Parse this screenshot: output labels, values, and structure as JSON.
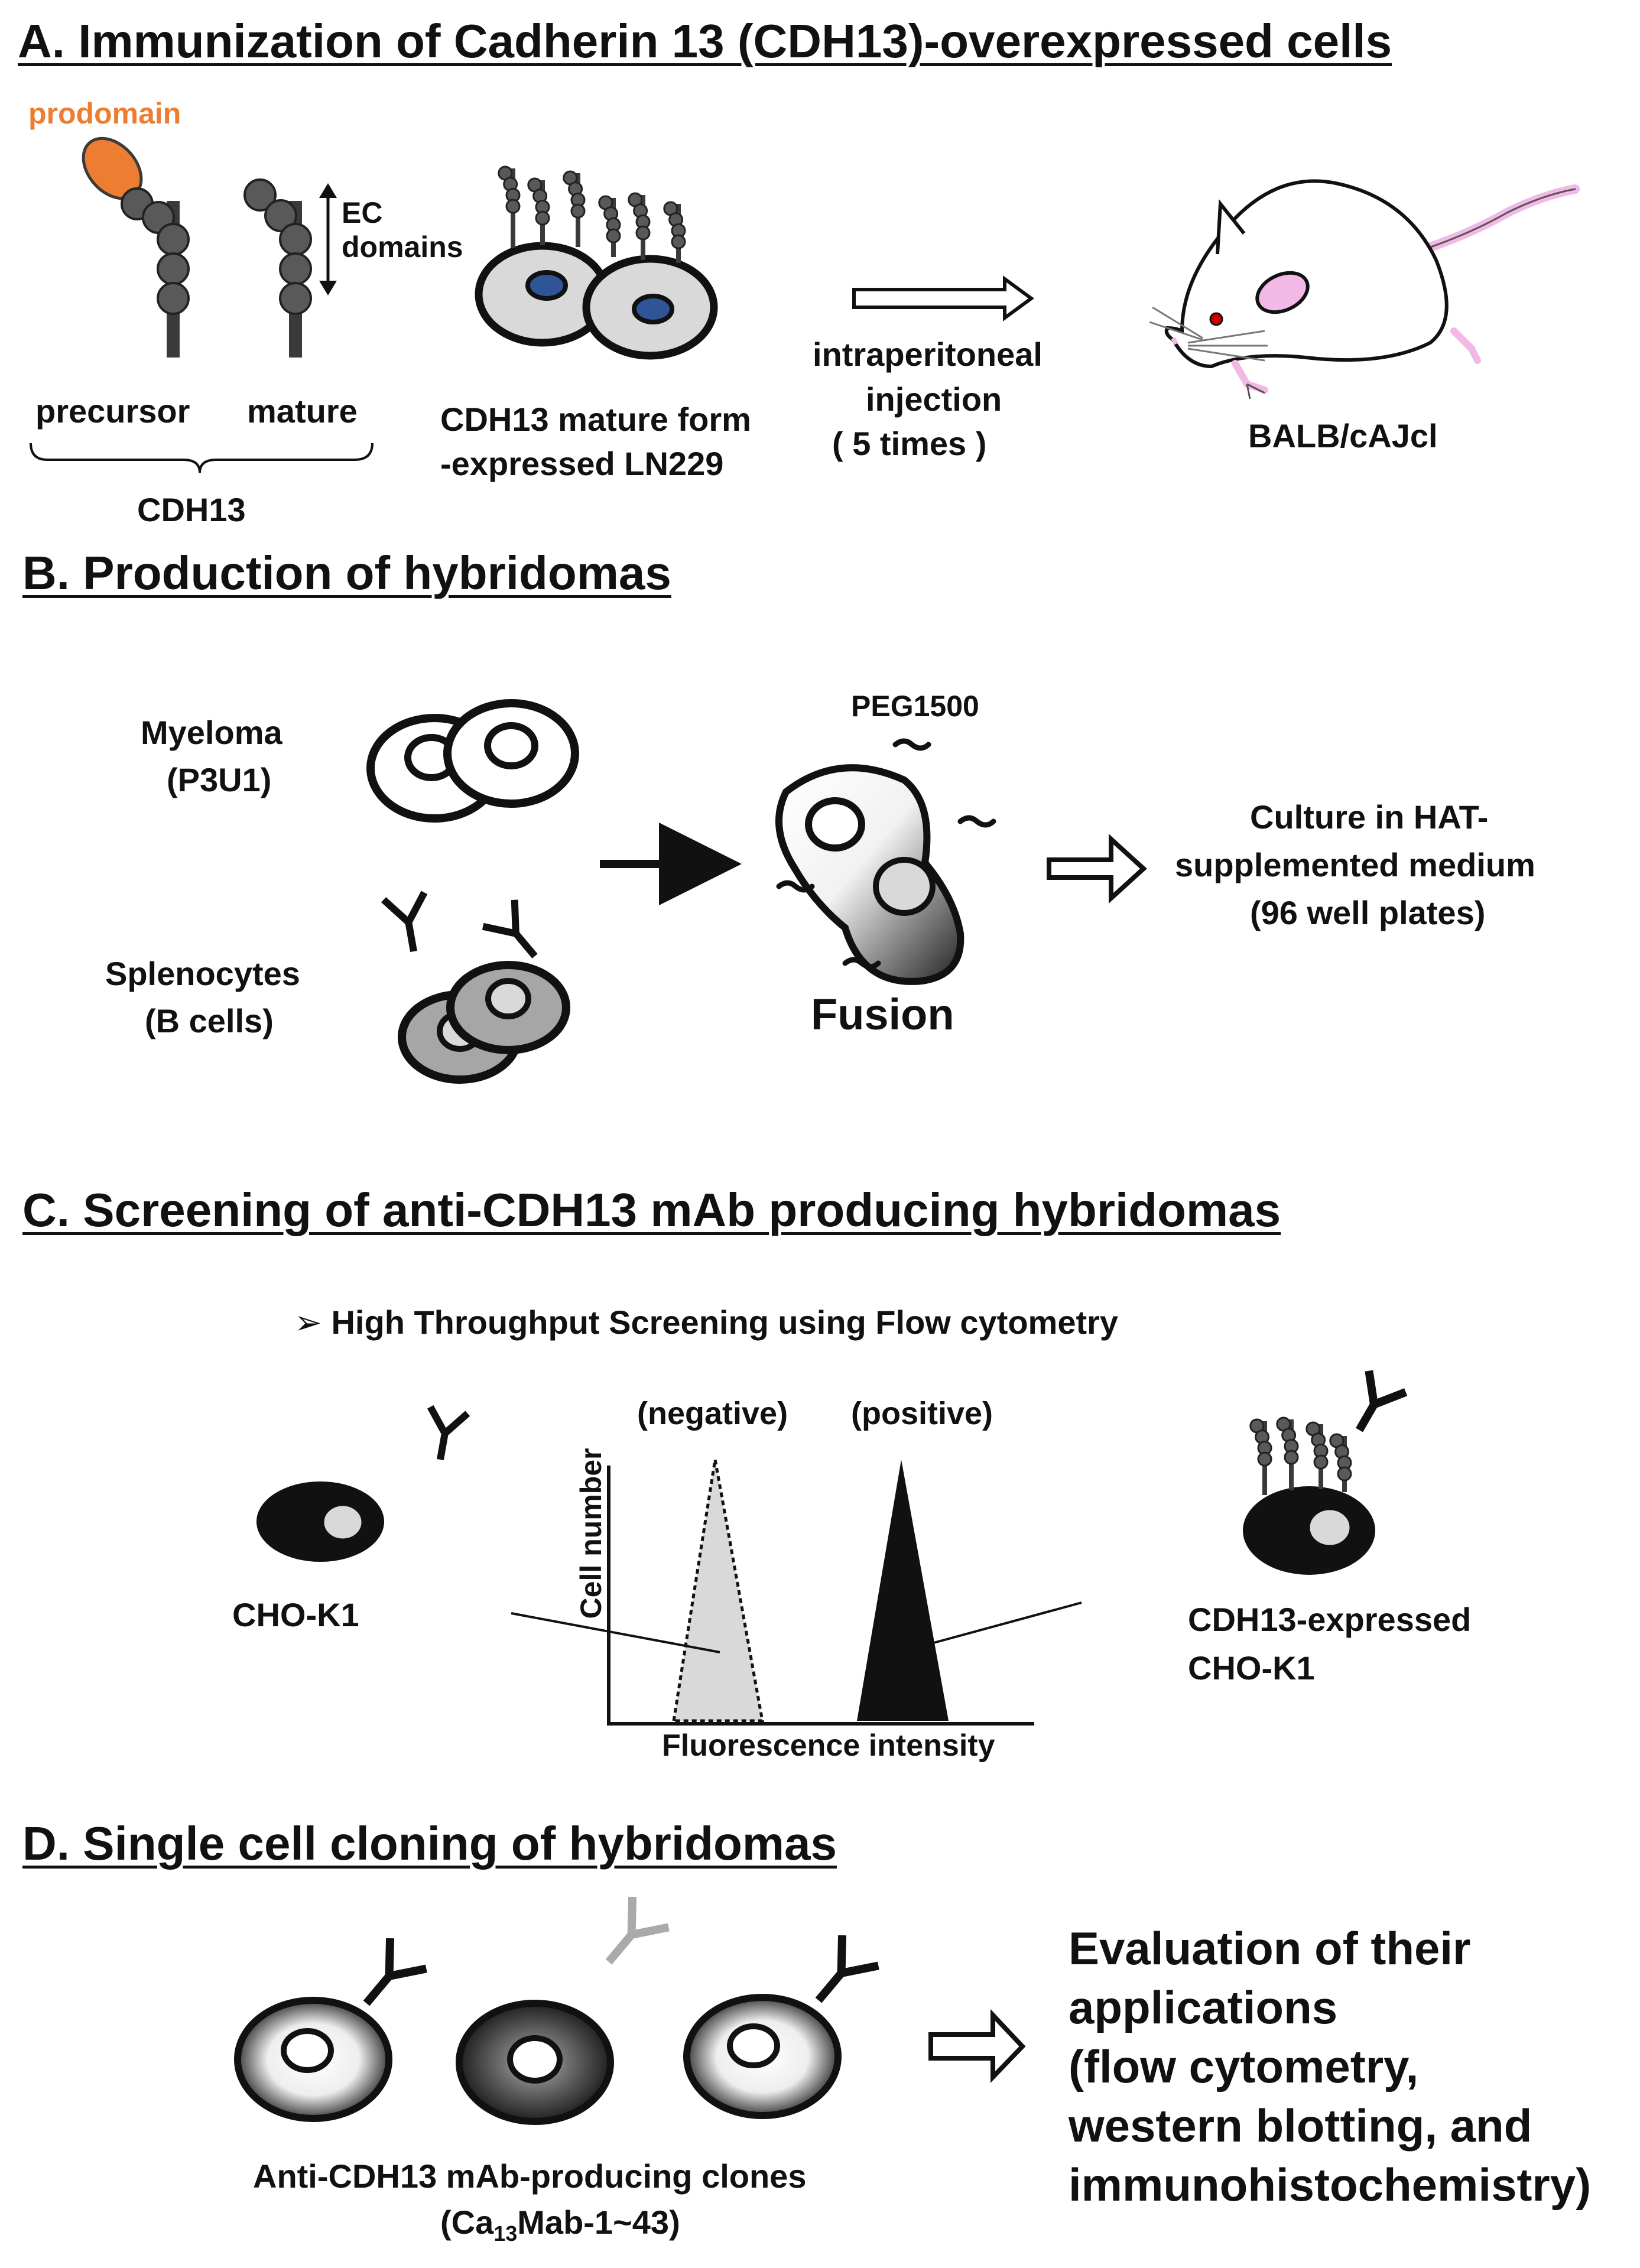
{
  "colors": {
    "prodomain": "#ED7D31",
    "domain_gray": "#595959",
    "stalk": "#3A3A3A",
    "nucleus_blue": "#2F5597",
    "cell_light": "#D9D9D9",
    "cell_gray": "#A6A6A6",
    "mouse_pink": "#F2B8E6"
  },
  "icons": [
    "cadherin-precursor-icon",
    "cadherin-mature-icon",
    "cell-icon",
    "mouse-icon",
    "antibody-icon",
    "arrow-icon",
    "fusion-cell-icon"
  ],
  "sectionA": {
    "title": "A. Immunization of Cadherin 13 (CDH13)-overexpressed cells",
    "prodomain": "prodomain",
    "ec_domains_1": "EC",
    "ec_domains_2": "domains",
    "precursor": "precursor",
    "mature": "mature",
    "cdh13": "CDH13",
    "ln229_1": "CDH13 mature form",
    "ln229_2": "-expressed LN229",
    "injection_1": "intraperitoneal",
    "injection_2": "injection",
    "injection_3": "( 5 times )",
    "mouse": "BALB/cAJcl"
  },
  "sectionB": {
    "title": "B. Production of hybridomas",
    "myeloma_1": "Myeloma",
    "myeloma_2": "(P3U1)",
    "spleno_1": "Splenocytes",
    "spleno_2": "(B cells)",
    "peg": "PEG1500",
    "fusion": "Fusion",
    "culture_1": "Culture in HAT-",
    "culture_2": "supplemented medium",
    "culture_3": "(96 well plates)"
  },
  "sectionC": {
    "title": "C. Screening of anti-CDH13 mAb producing hybridomas",
    "subtitle": "➢ High Throughput Screening using Flow cytometry",
    "cho": "CHO-K1",
    "negative": "(negative)",
    "positive": "(positive)",
    "ylabel": "Cell number",
    "xlabel": "Fluorescence intensity",
    "cdh_cho_1": "CDH13-expressed",
    "cdh_cho_2": "CHO-K1"
  },
  "sectionD": {
    "title": "D. Single cell cloning of hybridomas",
    "clones_1": "Anti-CDH13 mAb-producing clones",
    "clones_2_pre": "(Ca",
    "clones_2_sub": "13",
    "clones_2_post": "Mab-1~43)",
    "eval_1": "Evaluation of their",
    "eval_2": "applications",
    "eval_3": "(flow cytometry,",
    "eval_4": "western blotting, and",
    "eval_5": "immunohistochemistry)"
  }
}
